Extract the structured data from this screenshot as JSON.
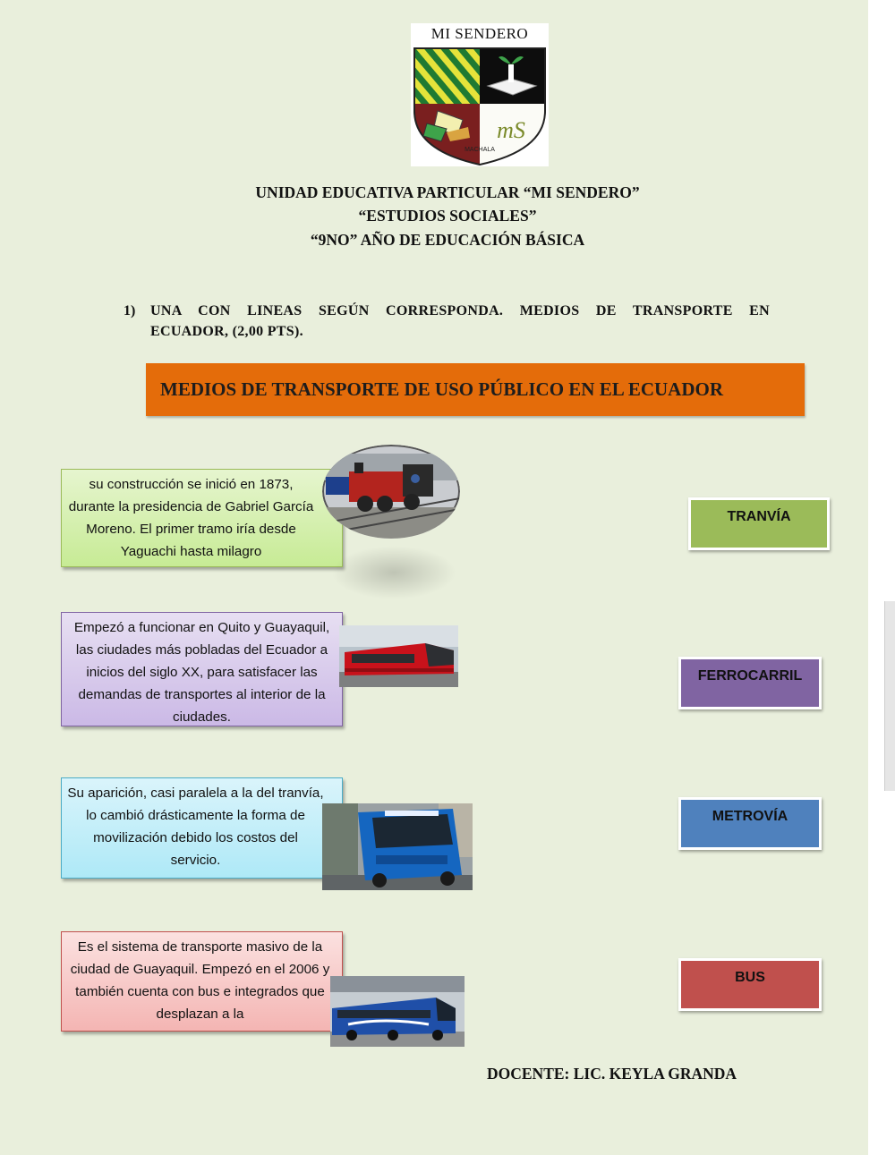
{
  "crest": {
    "title": "MI SENDERO",
    "monogram": "mS",
    "motto": "MACHALA"
  },
  "header": {
    "line1": "UNIDAD EDUCATIVA PARTICULAR “MI SENDERO”",
    "line2": "“ESTUDIOS SOCIALES”",
    "line3": "“9NO” AÑO DE EDUCACIÓN BÁSICA"
  },
  "question": {
    "number": "1)",
    "line1": "UNA CON LINEAS SEGÚN CORRESPONDA. MEDIOS DE TRANSPORTE EN",
    "line2": "ECUADOR, (2,00 PTS)."
  },
  "banner": {
    "title": "MEDIOS DE TRANSPORTE DE USO PÚBLICO EN EL ECUADOR"
  },
  "cards": [
    {
      "text": "su construcción se inició en 1873, durante la presidencia de Gabriel García Moreno. El primer tramo iría desde Yaguachi  hasta milagro",
      "color": "#9bbb59",
      "image": "train-photo"
    },
    {
      "text": "Empezó a funcionar en Quito y Guayaquil, las ciudades más pobladas del Ecuador a inicios del siglo XX, para satisfacer las demandas de transportes al interior de la ciudades.",
      "color": "#8064a2",
      "image": "tram-photo"
    },
    {
      "text": "Su aparición, casi paralela a la del tranvía, lo cambió drásticamente la forma de movilización debido los costos del servicio.",
      "color": "#4bacc6",
      "image": "bus-photo"
    },
    {
      "text": "Es el sistema de transporte masivo de la ciudad de Guayaquil. Empezó en el 2006 y también cuenta con bus e integrados que desplazan a la",
      "color": "#c0504d",
      "image": "metrovia-photo"
    }
  ],
  "labels": {
    "tranvia": "TRANVÍA",
    "ferrocarril": "FERROCARRIL",
    "metrovia": "METROVÍA",
    "bus": "BUS"
  },
  "teacher": "DOCENTE: LIC. KEYLA GRANDA"
}
